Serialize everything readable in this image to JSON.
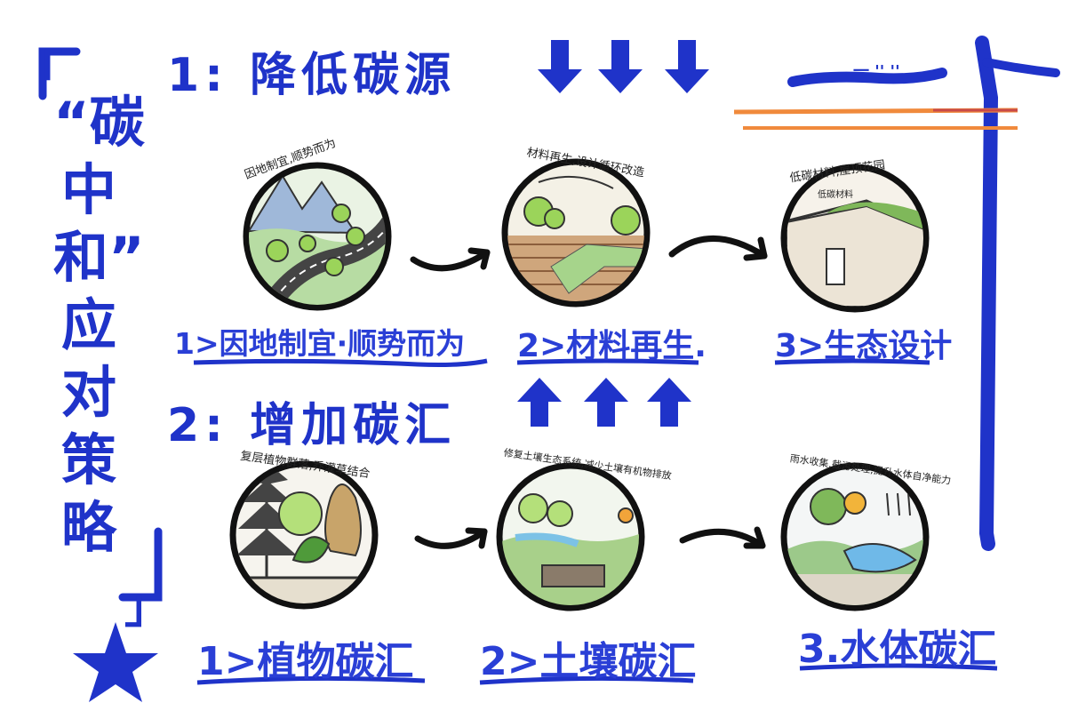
{
  "side_title": {
    "open_bracket": "「",
    "chars": [
      "“碳",
      "中",
      "和”",
      "应",
      "对",
      "策",
      "略"
    ],
    "close_bracket": "」"
  },
  "section1": {
    "title": "1: 降低碳源"
  },
  "section2": {
    "title": "2: 增加碳汇"
  },
  "top_right_note": "一 '' ''",
  "row1": [
    {
      "label": "1>因地制宜·顺势而为",
      "caption": "因地制宜,顺势而为"
    },
    {
      "label": "2>材料再生.",
      "caption": "材料再生,设计循环改造"
    },
    {
      "label": "3>生态设计",
      "caption": "低碳材料,屋顶花园",
      "badge": "低碳材料"
    }
  ],
  "row2": [
    {
      "label": "1>植物碳汇",
      "caption": "复层植物群落,乔灌草结合"
    },
    {
      "label": "2>土壤碳汇",
      "caption": "修复土壤生态系统,减少土壤有机物排放"
    },
    {
      "label": "3.水体碳汇",
      "caption": "雨水收集,截污处理,提升水体自净能力"
    }
  ],
  "colors": {
    "ink": "#1f33c9",
    "orange": "#f08a3c",
    "red": "#c84a4a"
  }
}
